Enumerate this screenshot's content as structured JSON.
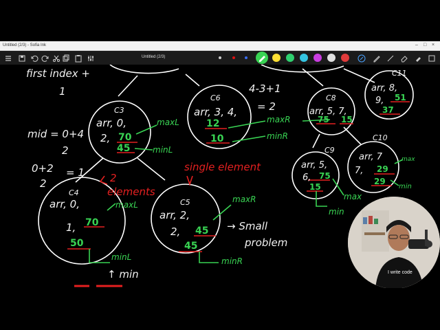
{
  "window": {
    "title": "Untitled (2/3) - Sofia Ink"
  },
  "toolbar": {
    "doc_title": "Untitled (2/3)",
    "icons": [
      "menu-icon",
      "save-icon",
      "undo-icon",
      "redo-icon",
      "copy-icon",
      "paste-icon",
      "settings-icon"
    ],
    "colors": [
      "#1f1f1f",
      "#d11",
      "#3a6df0",
      "#39d353",
      "#ffe033",
      "#2fd06f",
      "#34c3e0"
    ],
    "active_color": "#39d353",
    "tools": [
      "pen-tool",
      "pencil-tool",
      "highlighter-tool",
      "eraser-tool",
      "shapes-tool"
    ]
  },
  "board": {
    "left_notes": {
      "first_index": "first index +",
      "one": "1",
      "mid_formula_top": "mid = 0+4",
      "mid_formula_bottom": "2",
      "frac_top": "0+2",
      "frac_bottom": "2",
      "frac_result": "= 1",
      "two": "2",
      "elements": "elements",
      "up_min": "↑ min"
    },
    "single_element": "single element",
    "formula_top": "4-3+1",
    "formula_bottom": "= 2",
    "small_problem_1": "→ Small",
    "small_problem_2": "problem",
    "nodes": [
      {
        "id": "C3",
        "args": "arr, 0,",
        "arg2": "2,",
        "max": "70",
        "min": "45",
        "max_label": "maxL",
        "min_label": "minL"
      },
      {
        "id": "C4",
        "args": "arr, 0,",
        "arg2": "1,",
        "max": "70",
        "min": "50",
        "max_label": "maxL",
        "min_label": "minL"
      },
      {
        "id": "C5",
        "args": "arr, 2,",
        "arg2": "2,",
        "max": "45",
        "min": "45",
        "max_label": "maxR",
        "min_label": "minR"
      },
      {
        "id": "C6",
        "args": "arr, 3, 4,",
        "arg2": "",
        "max": "12",
        "min": "10",
        "max_label": "maxR",
        "min_label": "minR"
      },
      {
        "id": "C8",
        "args": "arr, 5, 7,",
        "arg2": "",
        "max": "75",
        "min": "15",
        "max_label": "maxR",
        "min_label": ""
      },
      {
        "id": "C9",
        "args": "arr, 5,",
        "arg2": "6,",
        "max": "75",
        "min": "15",
        "max_label": "max",
        "min_label": "min"
      },
      {
        "id": "C10",
        "args": "arr, 7",
        "arg2": "7,",
        "max": "29",
        "min": "29",
        "max_label": "max",
        "min_label": "min"
      },
      {
        "id": "C11",
        "args": "arr, 8,",
        "arg2": "9,",
        "max": "51",
        "min": "37",
        "max_label": "",
        "min_label": ""
      }
    ]
  },
  "webcam": {
    "shirt_text": "I write code"
  }
}
